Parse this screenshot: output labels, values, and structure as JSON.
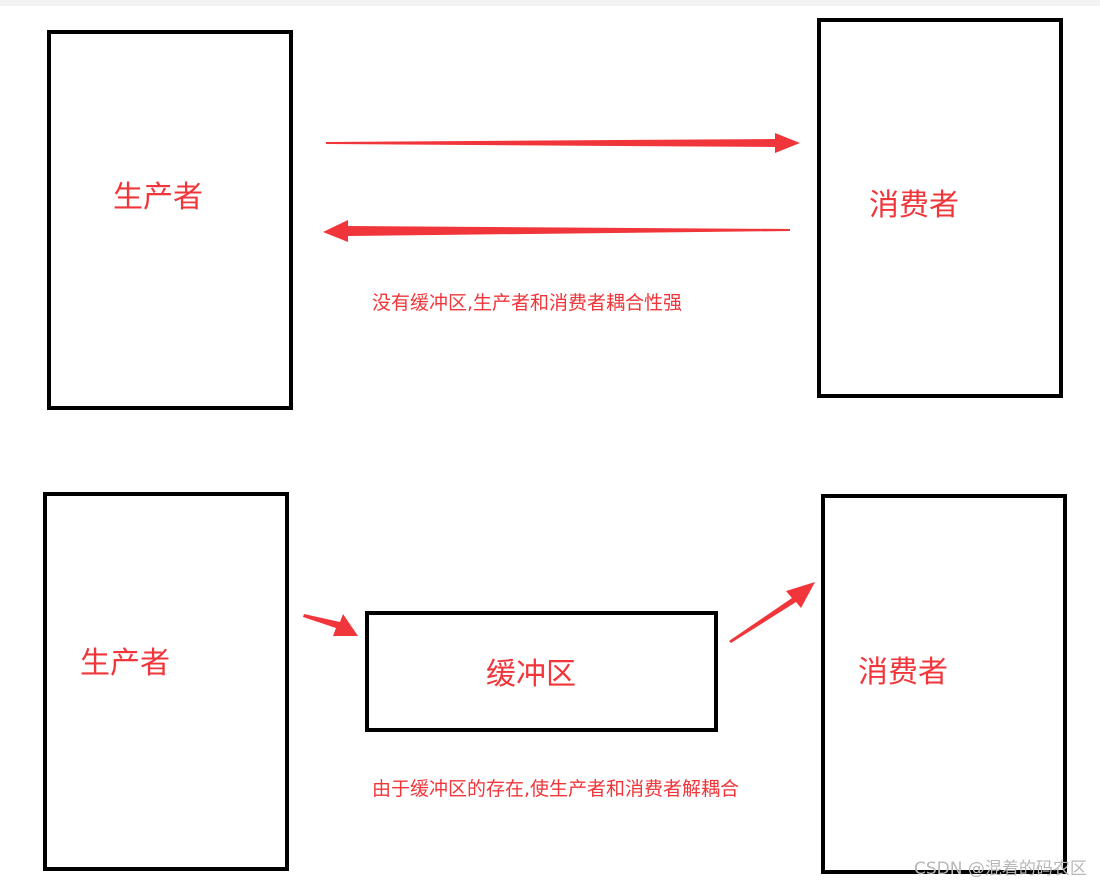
{
  "colors": {
    "text": "#f0363a",
    "arrow": "#f0363a",
    "box": "#000000"
  },
  "top": {
    "producer": "生产者",
    "consumer": "消费者",
    "caption": "没有缓冲区,生产者和消费者耦合性强"
  },
  "bottom": {
    "producer": "生产者",
    "buffer": "缓冲区",
    "consumer": "消费者",
    "caption": "由于缓冲区的存在,使生产者和消费者解耦合"
  },
  "watermark": "CSDN @混着的码农区"
}
